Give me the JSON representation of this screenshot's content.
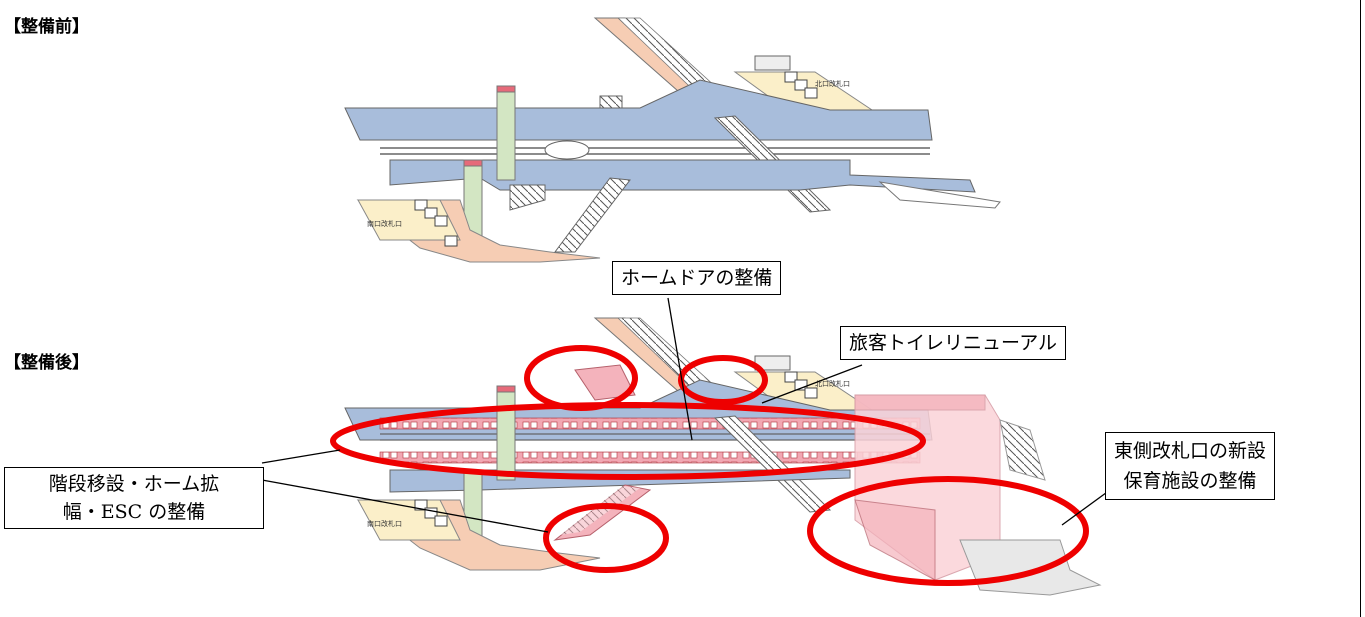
{
  "sections": {
    "before_label": "【整備前】",
    "after_label": "【整備後】"
  },
  "station_labels": {
    "north_gate": "北口改札口",
    "south_gate": "南口改札口"
  },
  "callouts": {
    "home_door": "ホームドアの整備",
    "toilet": "旅客トイレリニューアル",
    "stairs_line1": "階段移設・ホーム拡",
    "stairs_line2": "幅・ESC の整備",
    "east_gate_line1": "東側改札口の新設",
    "east_gate_line2": "保育施設の整備"
  },
  "colors": {
    "platform_blue": "#a8bddb",
    "concourse_peach": "#f6cdb4",
    "gate_cream": "#fbefc9",
    "pillar_green": "#d3e6c3",
    "highlight_red": "#ee0000",
    "new_pink": "#f4b3bc"
  }
}
